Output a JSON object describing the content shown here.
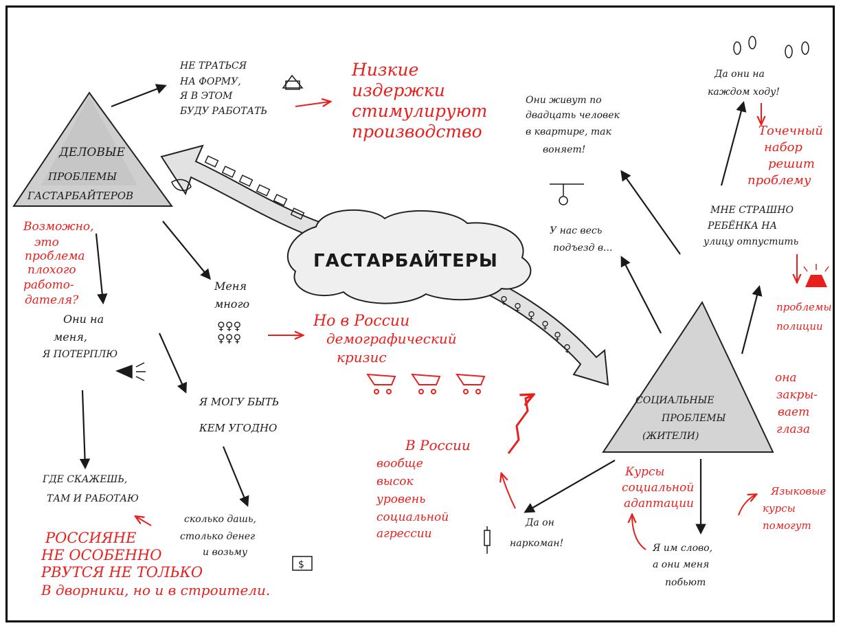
{
  "center": {
    "title": "ГАСТАРБАЙТЕРЫ"
  },
  "left_triangle": {
    "lines": [
      "ДЕЛОВЫЕ",
      "ПРОБЛЕМЫ",
      "ГАСТАРБАЙТЕРОВ"
    ]
  },
  "right_triangle": {
    "lines": [
      "СОЦИАЛЬНЫЕ",
      "ПРОБЛЕМЫ",
      "(ЖИТЕЛИ)"
    ]
  },
  "black": {
    "ne_tratsya": [
      "НЕ ТРАТЬСЯ",
      "НА ФОРМУ,",
      "Я В ЭТОМ",
      "БУДУ РАБОТАТЬ"
    ],
    "oni_na_menya": [
      "Они на",
      "меня,",
      "Я ПОТЕРПЛЮ"
    ],
    "menya_mnogo": [
      "Меня",
      "много"
    ],
    "ya_mogu": [
      "Я МОГУ БЫТЬ",
      "КЕМ УГОДНО"
    ],
    "gde_skazhesh": [
      "ГДЕ СКАЖЕШЬ,",
      "ТАМ И РАБОТАЮ"
    ],
    "skolko_dash": [
      "сколько дашь,",
      "столько денег",
      "и возьму"
    ],
    "oni_zhivut": [
      "Они живут по",
      "двадцать человек",
      "в квартире, так",
      "воняет!"
    ],
    "u_nas_ves": [
      "У нас весь",
      "подъезд в..."
    ],
    "da_oni_na": [
      "Да они на",
      "каждом ходу!"
    ],
    "mne_strashno": [
      "МНЕ СТРАШНО",
      "РЕБЁНКА НА",
      "улицу отпустить"
    ],
    "da_on_narkoman": [
      "Да он",
      "наркоман!"
    ],
    "ya_im_slovo": [
      "Я им слово,",
      "а они меня",
      "побьют"
    ]
  },
  "red": {
    "nizkie": [
      "Низкие",
      "издержки",
      "стимулируют",
      "производство"
    ],
    "vozmozhno": [
      "Возможно,",
      "это",
      "проблема",
      "плохого",
      "работо-",
      "дателя?"
    ],
    "no_v_rossii": [
      "Но в России",
      "демографический",
      "кризис"
    ],
    "rossiyane": [
      "РОССИЯНЕ",
      "НЕ ОСОБЕННО",
      "РВУТСЯ НЕ ТОЛЬКО",
      "В дворники, но и в строители."
    ],
    "v_rossii_voobshche": [
      "В России",
      "вообще",
      "высок",
      "уровень",
      "социальной",
      "агрессии"
    ],
    "tochechny": [
      "Точечный",
      "набор",
      "решит",
      "проблему"
    ],
    "probelmy_politsii": [
      "проблемы",
      "полиции"
    ],
    "ona_zakryvaet": [
      "она",
      "закры-",
      "вает",
      "глаза"
    ],
    "kursy_adaptatsii": [
      "Курсы",
      "социальной",
      "адаптации"
    ],
    "yazykovye": [
      "Языковые",
      "курсы",
      "помогут"
    ]
  },
  "colors": {
    "ink": "#1a1a1a",
    "accent": "#e8201d",
    "paper": "#ffffff"
  },
  "icons": [
    "house-icon",
    "people-icon",
    "shopping-cart-icon",
    "dollar-bill-icon",
    "lamp-icon",
    "syringe-icon",
    "footprints-icon",
    "police-siren-icon",
    "megaphone-icon",
    "hand-icon"
  ]
}
